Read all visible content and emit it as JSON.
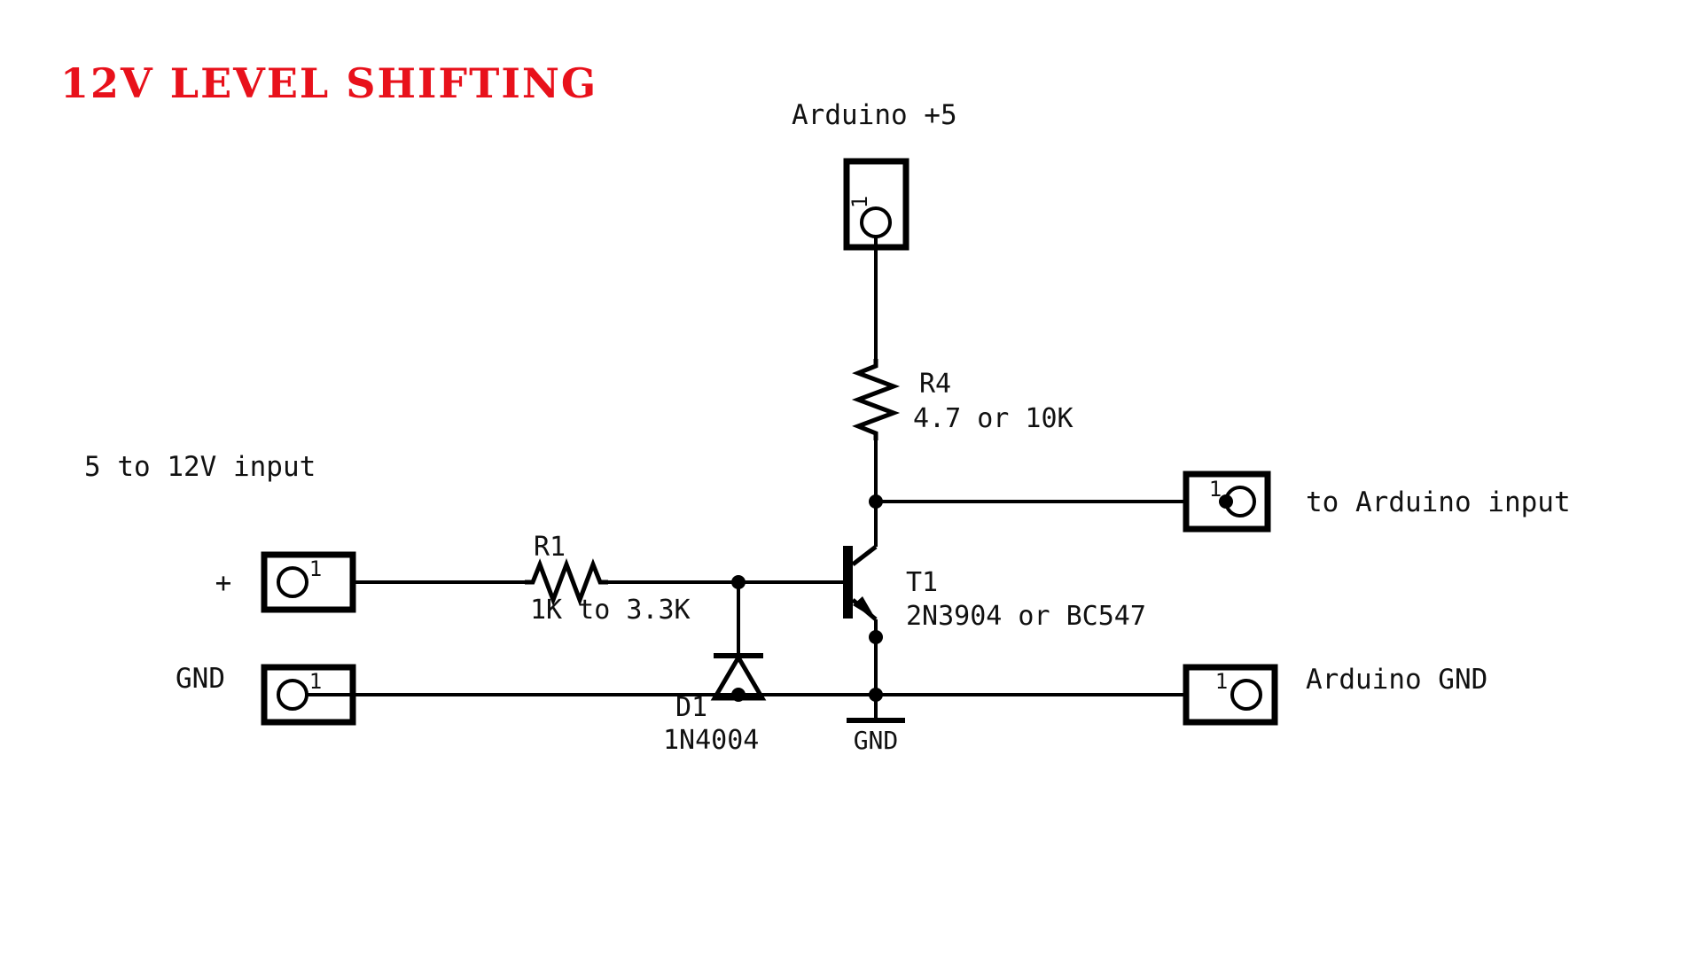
{
  "document": {
    "title": "12V LEVEL SHIFTING",
    "title_color": "#e8111b",
    "background_color": "#ffffff",
    "line_color": "#000000",
    "text_color": "#111111"
  },
  "labels": {
    "supply_top": "Arduino +5",
    "input_group": "5 to 12V input",
    "input_plus": "+",
    "input_gnd": "GND",
    "ground_symbol": "GND",
    "out_signal": "to Arduino input",
    "out_gnd": "Arduino GND"
  },
  "components": [
    {
      "id": "R4",
      "type": "resistor",
      "refdes": "R4",
      "value": "4.7 or 10K",
      "orientation": "vertical"
    },
    {
      "id": "R1",
      "type": "resistor",
      "refdes": "R1",
      "value": "1K to 3.3K",
      "orientation": "horizontal"
    },
    {
      "id": "D1",
      "type": "diode",
      "refdes": "D1",
      "value": "1N4004",
      "orientation": "vertical-up"
    },
    {
      "id": "T1",
      "type": "transistor-npn",
      "refdes": "T1",
      "value": "2N3904 or BC547",
      "orientation": "vertical"
    }
  ],
  "connectors": [
    {
      "id": "J-supply",
      "pin": "1",
      "label": "Arduino +5",
      "style": "vertical-top"
    },
    {
      "id": "J-in-plus",
      "pin": "1",
      "label": "+",
      "style": "left"
    },
    {
      "id": "J-in-gnd",
      "pin": "1",
      "label": "GND",
      "style": "left"
    },
    {
      "id": "J-out-signal",
      "pin": "1",
      "label": "to Arduino input",
      "style": "right"
    },
    {
      "id": "J-out-gnd",
      "pin": "1",
      "label": "Arduino GND",
      "style": "right"
    }
  ]
}
